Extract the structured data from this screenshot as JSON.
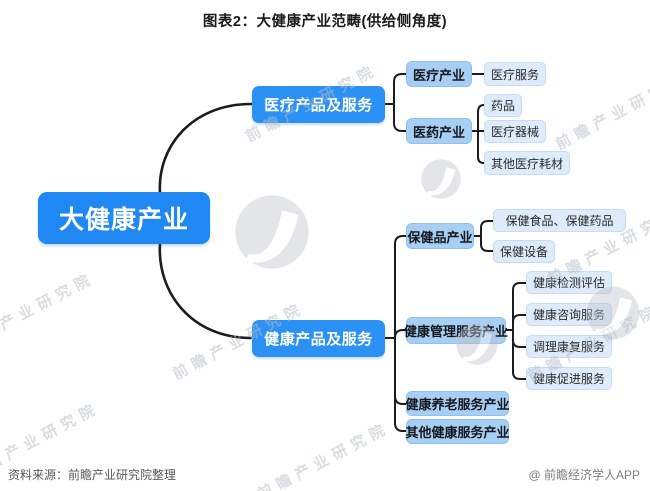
{
  "title": "图表2：大健康产业范畴(供给侧角度)",
  "root": {
    "label": "大健康产业"
  },
  "branches": [
    {
      "label": "医疗产品及服务",
      "children": [
        {
          "label": "医疗产业",
          "children": [
            {
              "label": "医疗服务"
            }
          ]
        },
        {
          "label": "医药产业",
          "children": [
            {
              "label": "药品"
            },
            {
              "label": "医疗器械"
            },
            {
              "label": "其他医疗耗材"
            }
          ]
        }
      ]
    },
    {
      "label": "健康产品及服务",
      "children": [
        {
          "label": "保健品产业",
          "children": [
            {
              "label": "保健食品、保健药品"
            },
            {
              "label": "保健设备"
            }
          ]
        },
        {
          "label": "健康管理服务产业",
          "children": [
            {
              "label": "健康检测评估"
            },
            {
              "label": "健康咨询服务"
            },
            {
              "label": "调理康复服务"
            },
            {
              "label": "健康促进服务"
            }
          ]
        },
        {
          "label": "健康养老服务产业"
        },
        {
          "label": "其他健康服务产业"
        }
      ]
    }
  ],
  "footer": {
    "source": "资料来源：前瞻产业研究院整理",
    "credit": "@ 前瞻经济学人APP"
  },
  "watermark": {
    "text": "前瞻产业研究院"
  },
  "colors": {
    "node_blue": "#1f88f2",
    "branch_blue": "#2b91f5",
    "mid_fill": "#a7cef3",
    "mid_border": "#8fc0ee",
    "leaf_fill": "#ddebfa",
    "leaf_border": "#c5dcf5",
    "line": "#1c1c1c",
    "watermark_gray": "#b4bbc3"
  }
}
